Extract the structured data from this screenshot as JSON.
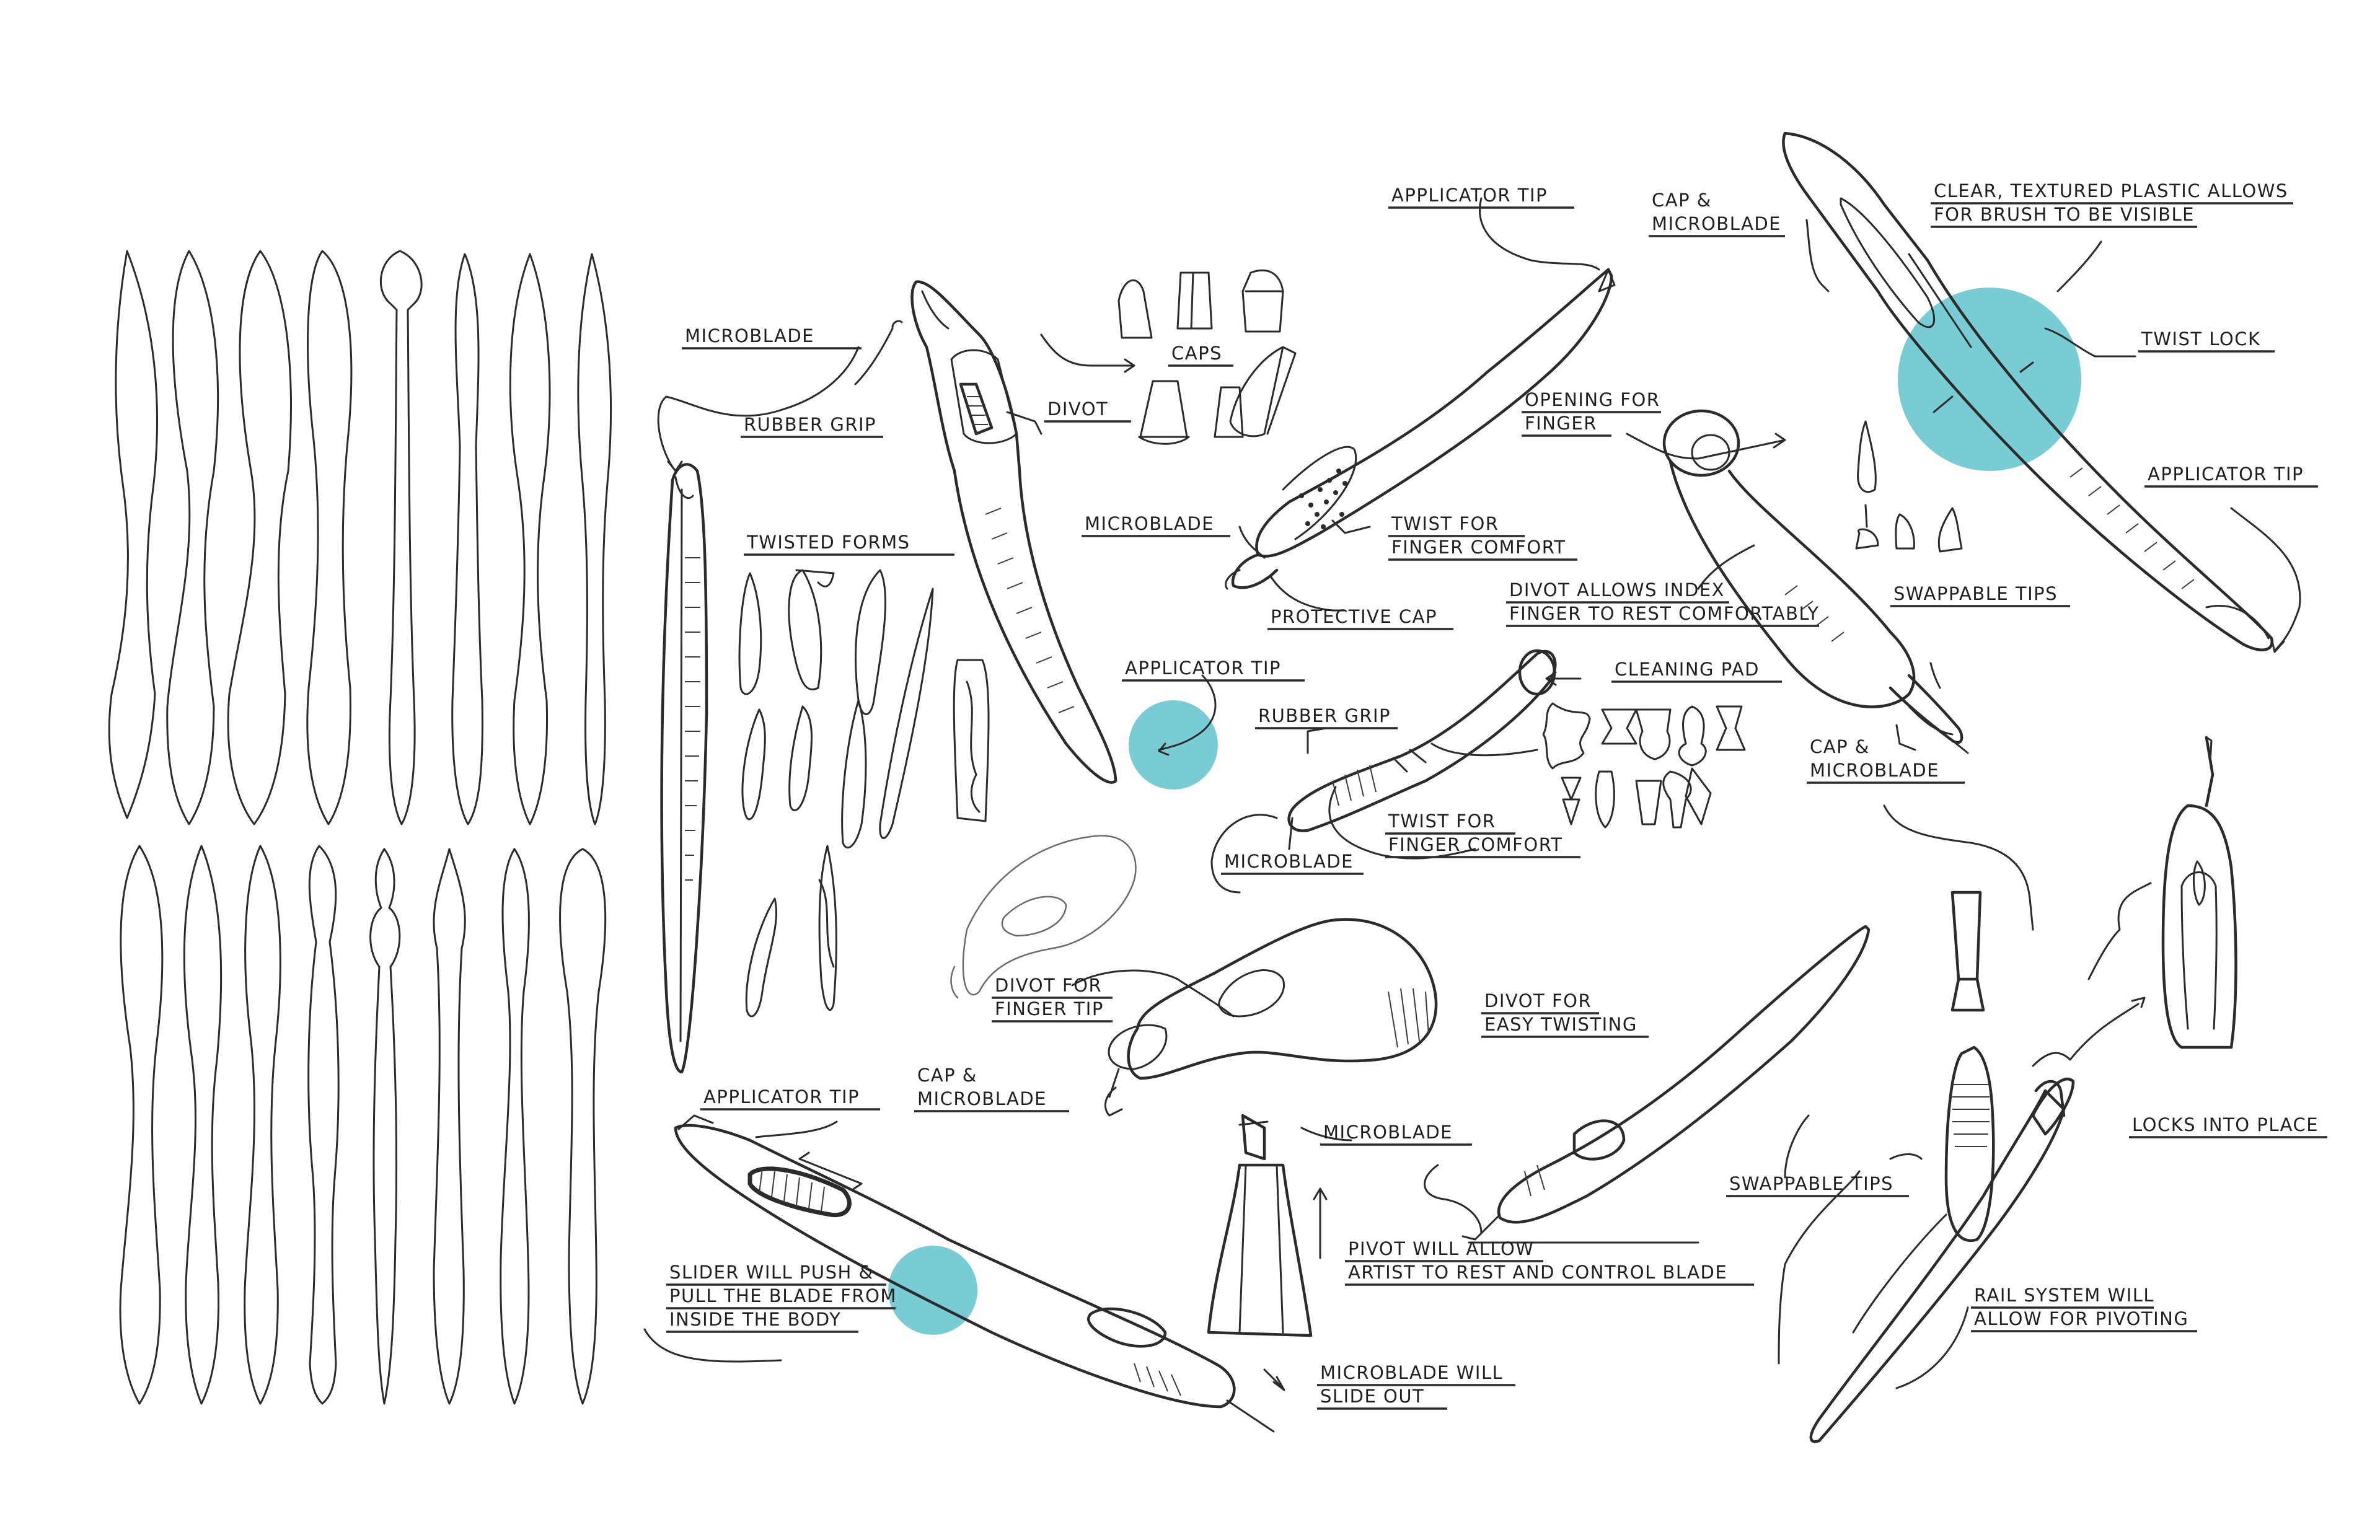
{
  "accent_color": "#79cbd4",
  "ink_color": "#2b2b2b",
  "labels": {
    "microblade_1": "MICROBLADE",
    "rubber_grip_1": "RUBBER GRIP",
    "twisted_forms": "TWISTED FORMS",
    "divot": "DIVOT",
    "caps": "CAPS",
    "applicator_tip_1": "APPLICATOR TIP",
    "microblade_2": "MICROBLADE",
    "twist_for_1a": "TWIST FOR",
    "twist_for_1b": "FINGER COMFORT",
    "protective_cap": "PROTECTIVE CAP",
    "cap_microblade_1a": "CAP &",
    "cap_microblade_1b": "MICROBLADE",
    "clear_plastic_a": "CLEAR, TEXTURED PLASTIC ALLOWS",
    "clear_plastic_b": "FOR BRUSH TO BE VISIBLE",
    "twist_lock": "TWIST LOCK",
    "opening_finger_a": "OPENING FOR",
    "opening_finger_b": "FINGER",
    "applicator_tip_2": "APPLICATOR TIP",
    "divot_index_a": "DIVOT ALLOWS INDEX",
    "divot_index_b": "FINGER TO REST COMFORTABLY",
    "swappable_tips_1": "SWAPPABLE TIPS",
    "applicator_tip_3": "APPLICATOR TIP",
    "cleaning_pad": "CLEANING PAD",
    "rubber_grip_2": "RUBBER GRIP",
    "cap_microblade_2a": "CAP &",
    "cap_microblade_2b": "MICROBLADE",
    "twist_for_2a": "TWIST FOR",
    "twist_for_2b": "FINGER COMFORT",
    "microblade_3": "MICROBLADE",
    "divot_finger_tip_a": "DIVOT FOR",
    "divot_finger_tip_b": "FINGER TIP",
    "divot_twisting_a": "DIVOT FOR",
    "divot_twisting_b": "EASY TWISTING",
    "cap_microblade_3a": "CAP &",
    "cap_microblade_3b": "MICROBLADE",
    "applicator_tip_4": "APPLICATOR TIP",
    "microblade_4": "MICROBLADE",
    "locks_into_place": "LOCKS INTO PLACE",
    "swappable_tips_2": "SWAPPABLE TIPS",
    "pivot_a": "PIVOT WILL ALLOW",
    "pivot_b": "ARTIST TO REST AND CONTROL BLADE",
    "slider_a": "SLIDER WILL PUSH &",
    "slider_b": "PULL THE BLADE FROM",
    "slider_c": "INSIDE THE BODY",
    "rail_a": "RAIL SYSTEM WILL",
    "rail_b": "ALLOW FOR PIVOTING",
    "slide_out_a": "MICROBLADE WILL",
    "slide_out_b": "SLIDE OUT"
  }
}
